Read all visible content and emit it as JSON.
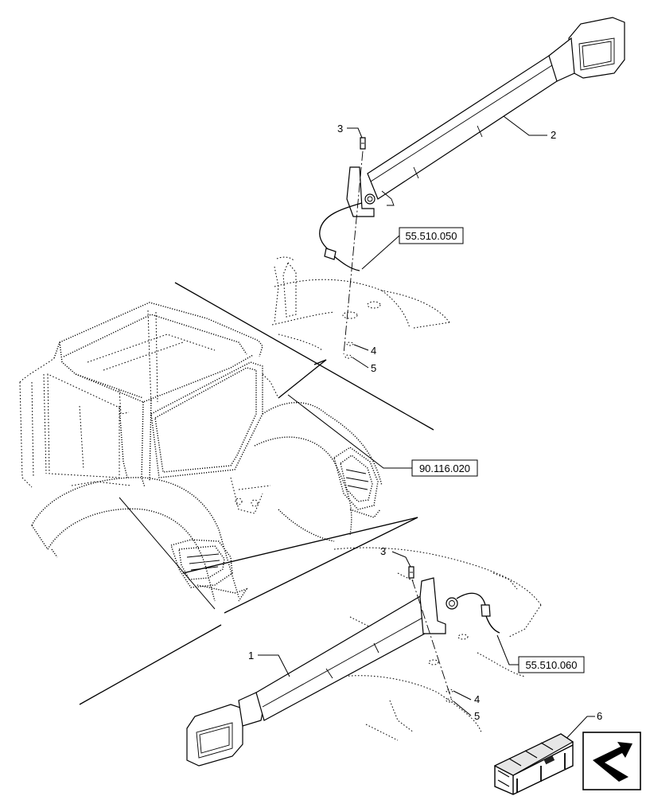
{
  "callouts": {
    "item1": "1",
    "item2": "2",
    "item3_top": "3",
    "item3_bottom": "3",
    "item4_top": "4",
    "item4_bottom": "4",
    "item5_top": "5",
    "item5_bottom": "5",
    "item6": "6"
  },
  "references": {
    "ref_top": "55.510.050",
    "ref_middle": "90.116.020",
    "ref_bottom": "55.510.060"
  },
  "icons": {
    "kit_box": "kit-crate-icon",
    "navigation": "page-turn-arrow-icon"
  }
}
